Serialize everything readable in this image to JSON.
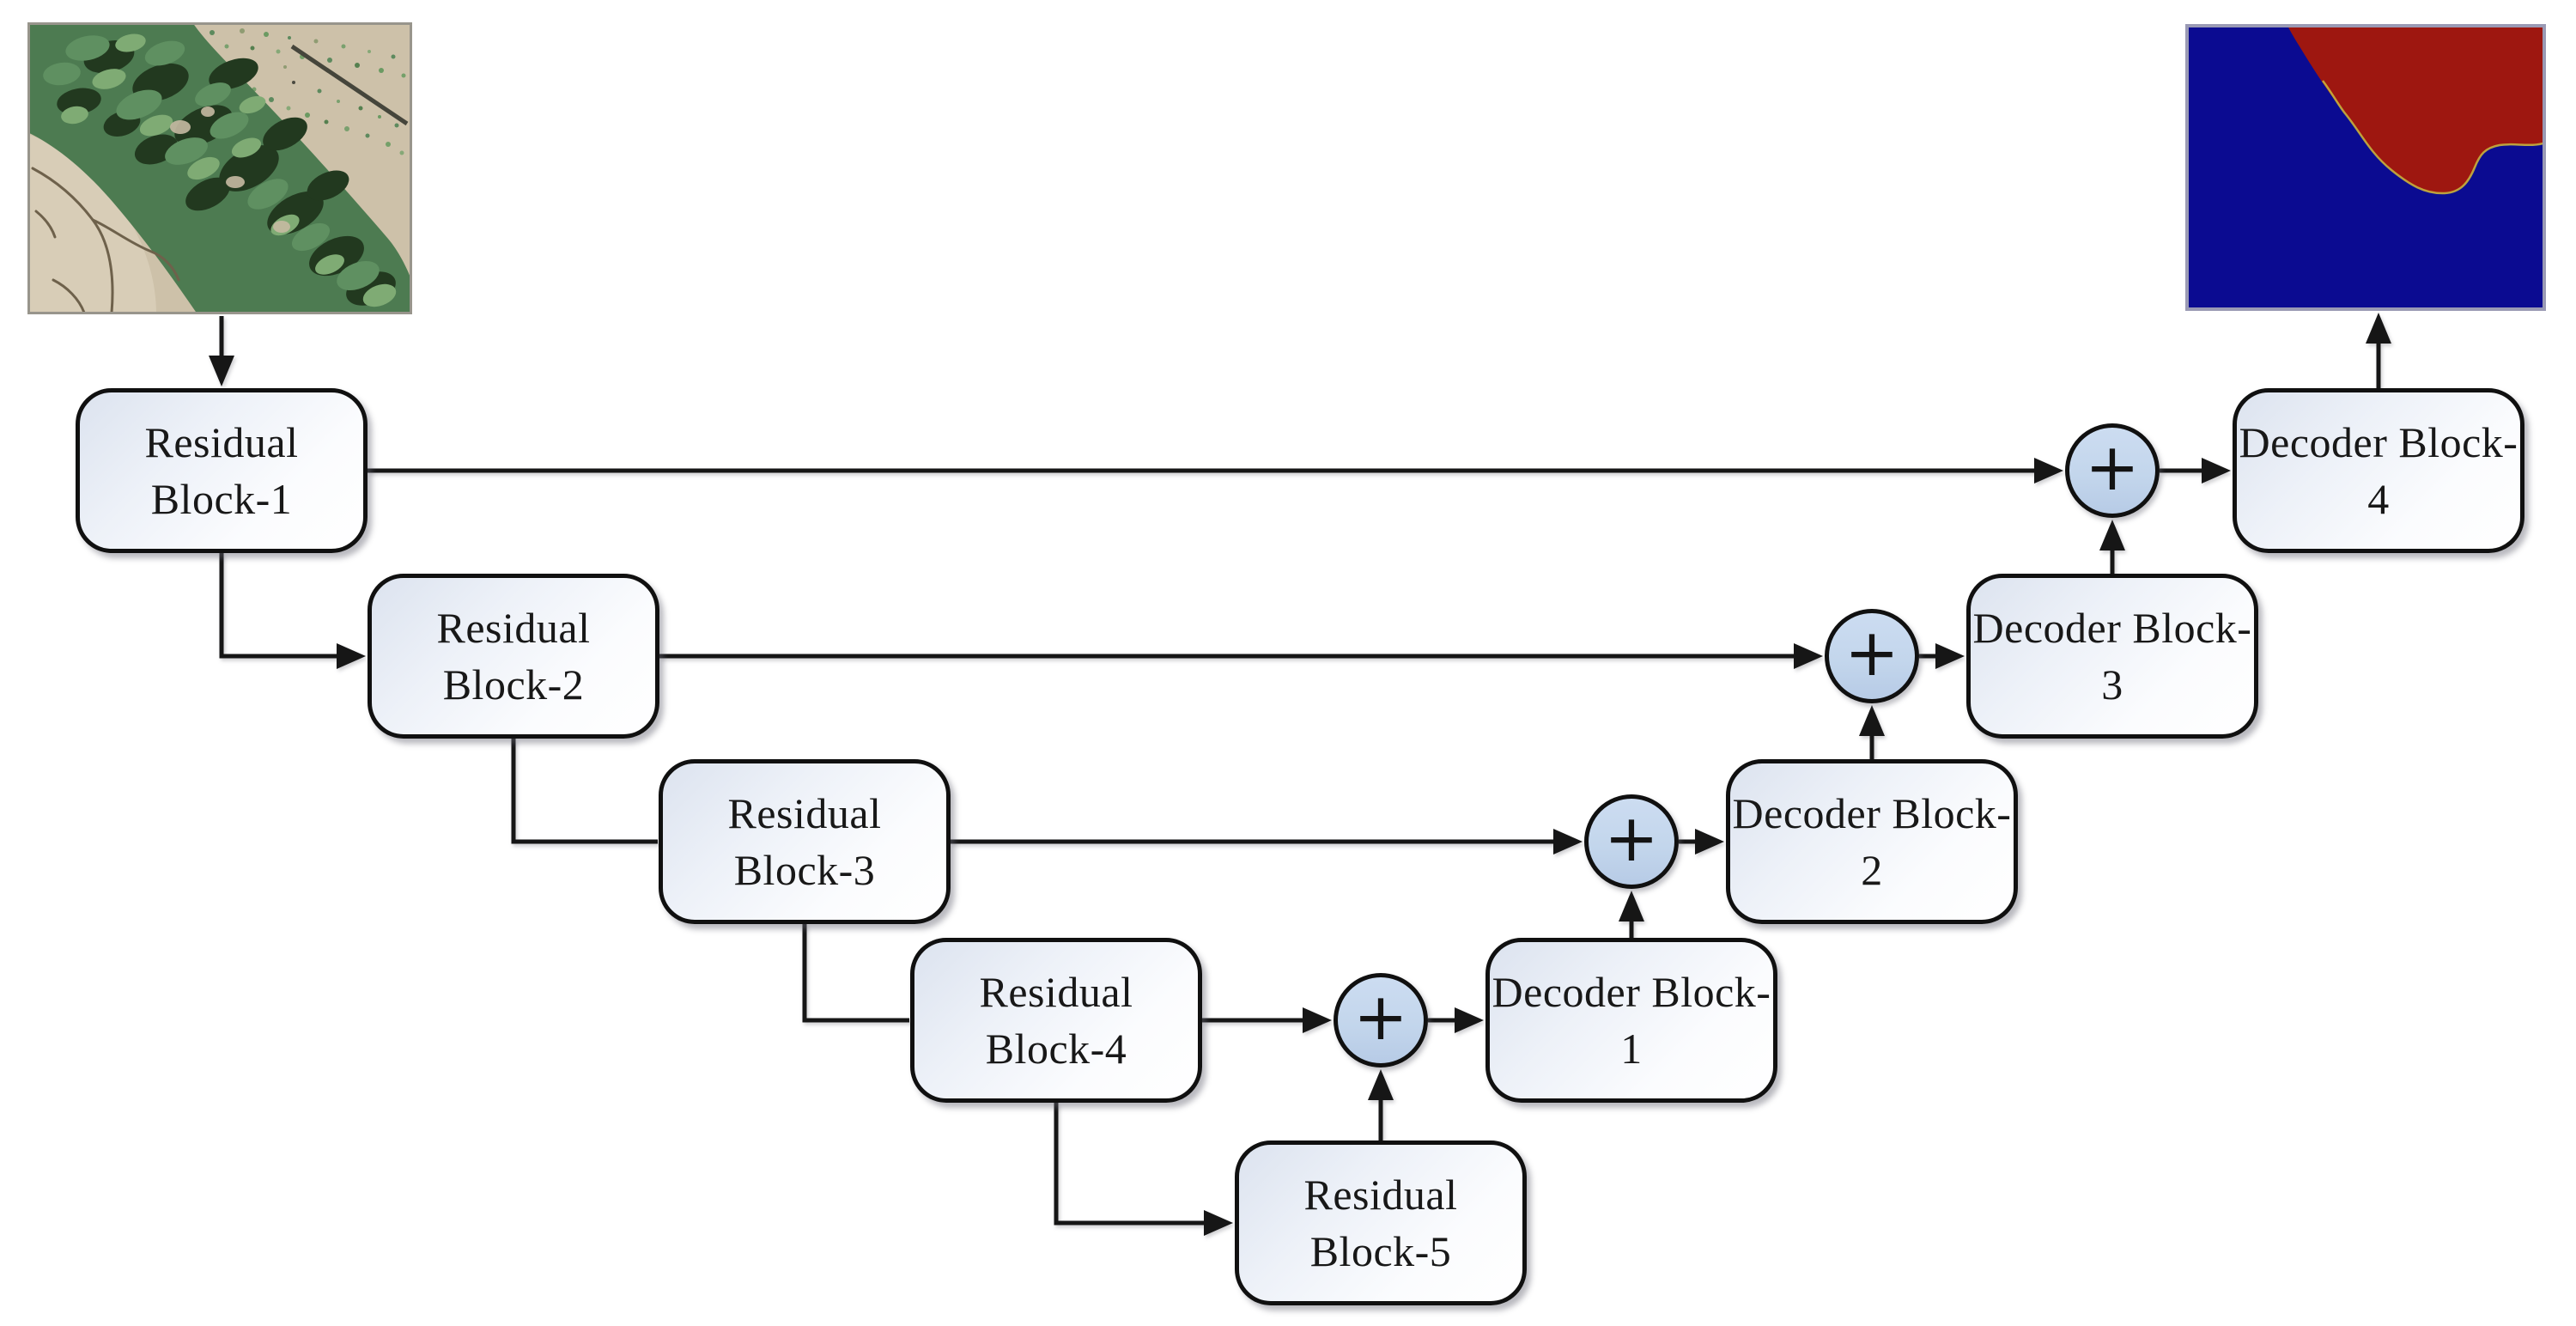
{
  "blocks": {
    "residual": [
      {
        "label": "Residual Block-1"
      },
      {
        "label": "Residual Block-2"
      },
      {
        "label": "Residual Block-3"
      },
      {
        "label": "Residual Block-4"
      },
      {
        "label": "Residual Block-5"
      }
    ],
    "decoder": [
      {
        "label": "Decoder Block-1"
      },
      {
        "label": "Decoder Block-2"
      },
      {
        "label": "Decoder Block-3"
      },
      {
        "label": "Decoder Block-4"
      }
    ]
  },
  "operators": {
    "plus_nodes": [
      "+",
      "+",
      "+",
      "+"
    ]
  },
  "images": {
    "input_alt": "crop-row-field-photo",
    "output_alt": "binary-segmentation-mask"
  },
  "colors": {
    "line": "#161616",
    "box_border": "#101010",
    "box_fill_light": "#dce3ef",
    "plus_fill": "#c3d6ec",
    "mask_blue": "#0b0b91",
    "mask_red": "#9e1710",
    "mask_fringe": "#c8b13c",
    "mask_border": "#9a9ab4",
    "soil_tan": "#cdc1a9",
    "soil_light": "#d8cdb7",
    "foliage_green": "#4d7b51",
    "foliage_dark": "#22391f",
    "foliage_mid": "#5f9061",
    "foliage_light": "#7fab74",
    "crack_brown": "#6e614b",
    "drip_line": "#45453b"
  }
}
